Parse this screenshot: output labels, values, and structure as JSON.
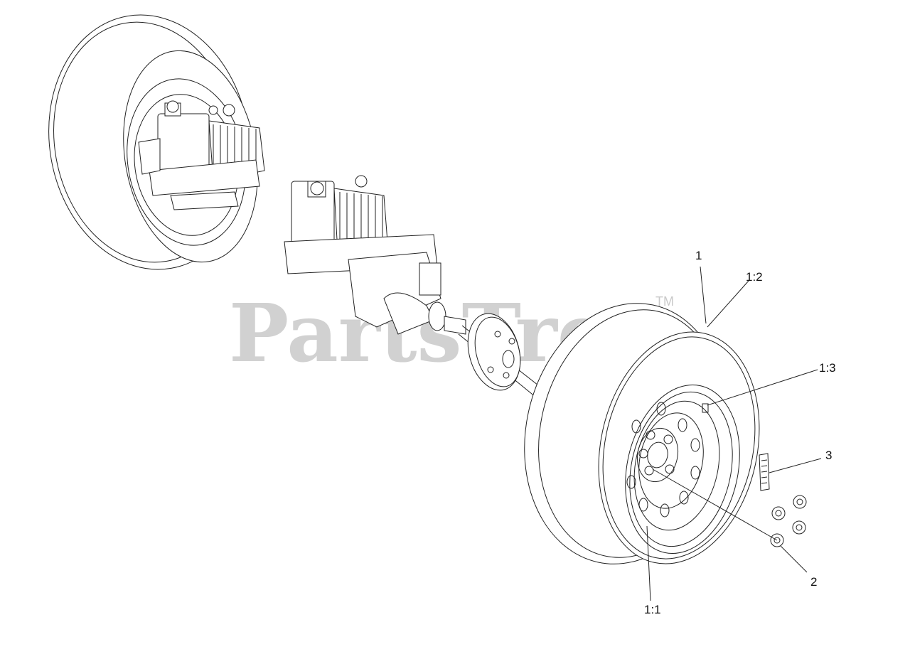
{
  "watermark": {
    "text": "PartsTree",
    "trademark": "TM",
    "color": "#c8c8c8"
  },
  "callouts": {
    "c1": "1",
    "c1_2": "1:2",
    "c1_3": "1:3",
    "c3": "3",
    "c2": "2",
    "c1_1": "1:1"
  },
  "colors": {
    "line": "#222222",
    "background": "#ffffff"
  }
}
